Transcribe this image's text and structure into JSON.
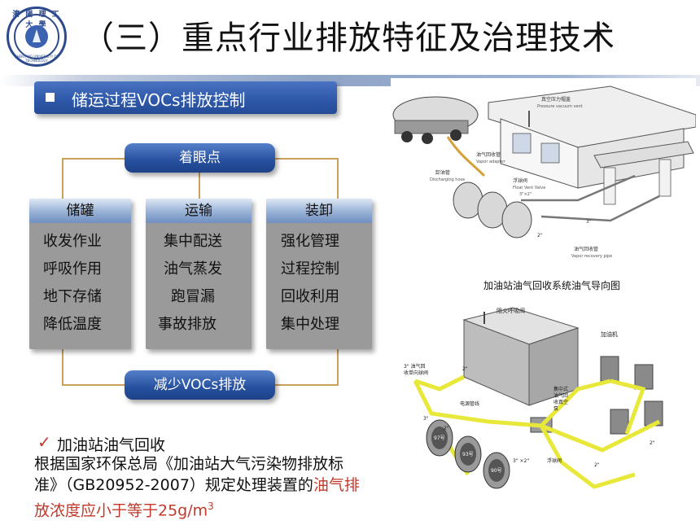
{
  "header": {
    "logo_label": "University seal",
    "logo_text_top": "瀋 陽 理 工 大 學",
    "logo_text_bottom": "SHENYANG UNIVERSITY OF TECHNOLOGY",
    "title": "（三）重点行业排放特征及治理技术"
  },
  "banner": {
    "label": "储运过程VOCs排放控制"
  },
  "diagram": {
    "focus_label": "着眼点",
    "reduce_label": "减少VOCs排放",
    "columns": [
      {
        "header": "储罐",
        "items": [
          "收发作业",
          "呼吸作用",
          "地下存储",
          "降低温度"
        ]
      },
      {
        "header": "运输",
        "items": [
          "集中配送",
          "油气蒸发",
          "跑冒漏",
          "事故排放"
        ]
      },
      {
        "header": "装卸",
        "items": [
          "强化管理",
          "过程控制",
          "回收利用",
          "集中处理"
        ]
      }
    ]
  },
  "bullet": {
    "icon": "check-icon",
    "label": "加油站油气回收",
    "text_lines": [
      "根据国家环保总局《加油站大气污染物排放标",
      "准》（GB20952-2007）规定处理装置的"
    ],
    "highlight_1": "油气排",
    "highlight_2": "放浓度应小于等于25g/m",
    "superscript": "3",
    "highlight_color": "#c0392b"
  },
  "illustrations": {
    "top_labels": [
      "真空压力帽盖",
      "Pressure vacuum vent",
      "油气回收管",
      "Vapor adaptor",
      "卸油管",
      "Discharging hose",
      "浮球阀",
      "Float Vent Valve",
      "3\"×2\"",
      "2\"",
      "3\"",
      "油气回收管",
      "Vapor recovery pipe"
    ],
    "caption": "加油站油气回收系统油气导向图",
    "bottom_labels": [
      "阻火呼吸阀",
      "加油机",
      "3\" 油气回",
      "收单向球阀",
      "2\"",
      "电源管线",
      "集中式",
      "油气回",
      "收真空",
      "泵",
      "3\"",
      "2\"",
      "97号",
      "93号",
      "90号",
      "3\" ×2\"",
      "浮球阀",
      "2\"",
      "2\""
    ]
  },
  "colors": {
    "accent_blue": "#2f59aa",
    "connector": "#c9a15b",
    "column_body": "#9a9a9a",
    "pipe_yellow": "#e8e83a"
  }
}
